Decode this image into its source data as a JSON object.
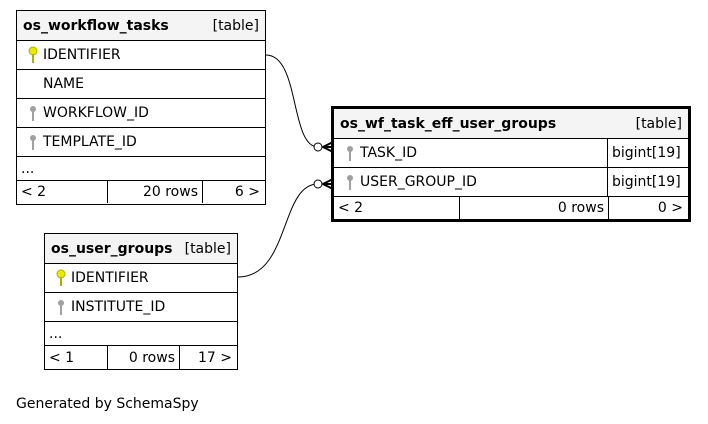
{
  "tables": {
    "workflow_tasks": {
      "name": "os_workflow_tasks",
      "kind": "[table]",
      "columns": [
        {
          "name": "IDENTIFIER",
          "key": "primary"
        },
        {
          "name": "NAME",
          "key": "none"
        },
        {
          "name": "WORKFLOW_ID",
          "key": "foreign"
        },
        {
          "name": "TEMPLATE_ID",
          "key": "foreign"
        },
        {
          "name": "...",
          "key": "none"
        }
      ],
      "footer": {
        "parents": "< 2",
        "rows": "20 rows",
        "children": "6 >"
      }
    },
    "eff_user_groups": {
      "name": "os_wf_task_eff_user_groups",
      "kind": "[table]",
      "columns": [
        {
          "name": "TASK_ID",
          "type": "bigint[19]",
          "key": "foreign"
        },
        {
          "name": "USER_GROUP_ID",
          "type": "bigint[19]",
          "key": "foreign"
        }
      ],
      "footer": {
        "parents": "< 2",
        "rows": "0 rows",
        "children": "0 >"
      }
    },
    "user_groups": {
      "name": "os_user_groups",
      "kind": "[table]",
      "columns": [
        {
          "name": "IDENTIFIER",
          "key": "primary"
        },
        {
          "name": "INSTITUTE_ID",
          "key": "foreign"
        },
        {
          "name": "...",
          "key": "none"
        }
      ],
      "footer": {
        "parents": "< 1",
        "rows": "0 rows",
        "children": "17 >"
      }
    }
  },
  "footer_note": "Generated by SchemaSpy",
  "colors": {
    "primary_key": "#e8e800",
    "foreign_key": "#a0a0a0",
    "header_bg": "#f4f4f4"
  }
}
